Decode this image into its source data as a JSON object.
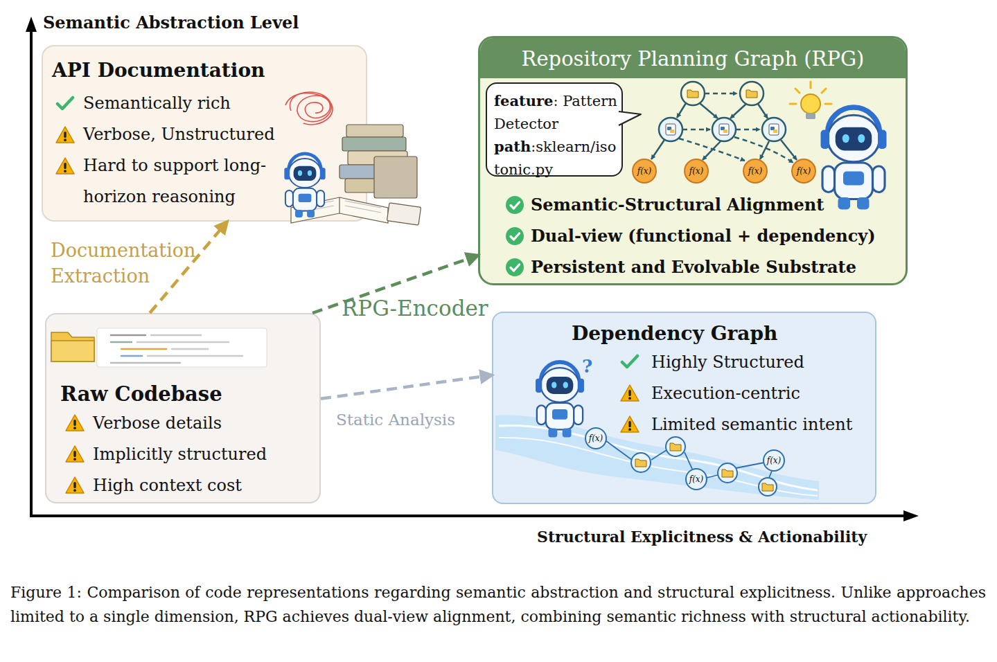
{
  "diagram": {
    "caption": "Figure 1: Comparison of code representations regarding semantic abstraction and structural explicitness. Unlike approaches limited to a single dimension, RPG achieves dual-view alignment, combining semantic richness with structural actionability.",
    "nodes": [
      {
        "text": [
          "API Documentation",
          "Semantically rich",
          "Verbose, Unstructured",
          "Hard to support long-horizon reasoning"
        ]
      },
      {
        "text": [
          "Repository Planning Graph (RPG)",
          "Semantic-Structural Alignment",
          "Dual-view (functional + dependency)",
          "Persistent and Evolvable Substrate"
        ]
      },
      {
        "text": [
          "feature",
          ": Pattern Detector",
          "path",
          ":sklearn/isotonic.py"
        ],
        "in": 1
      },
      {
        "text": [
          "Raw Codebase",
          "Verbose details",
          "Implicitly structured",
          "High context cost"
        ]
      },
      {
        "text": [
          "Dependency Graph",
          "Highly Structured",
          "Execution-centric",
          "Limited semantic intent"
        ]
      }
    ],
    "edges": [
      {
        "from": 3,
        "to": 0,
        "arrow": "to",
        "label": "Documentation Extraction"
      },
      {
        "from": 3,
        "to": 1,
        "arrow": "to",
        "label": "RPG-Encoder"
      },
      {
        "from": 3,
        "to": 4,
        "arrow": "to",
        "label": "Static Analysis"
      }
    ],
    "labels": [
      "Semantic Abstraction Level",
      "Structural Explicitness & Actionability",
      "f(x)",
      "f(x)",
      "f(x)",
      "f(x)",
      "f(x)",
      "f(x)",
      "f(x)",
      "?"
    ]
  }
}
